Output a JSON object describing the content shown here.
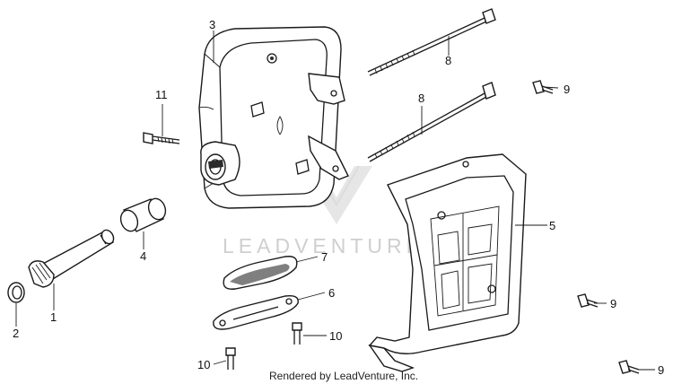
{
  "watermark": {
    "text": "LEADVENTURE"
  },
  "footer": {
    "credit": "Rendered by LeadVenture, Inc."
  },
  "callouts": {
    "c1": "1",
    "c2": "2",
    "c3": "3",
    "c4": "4",
    "c5": "5",
    "c6": "6",
    "c7": "7",
    "c8a": "8",
    "c8b": "8",
    "c9a": "9",
    "c9b": "9",
    "c9c": "9",
    "c10a": "10",
    "c10b": "10",
    "c11": "11"
  }
}
